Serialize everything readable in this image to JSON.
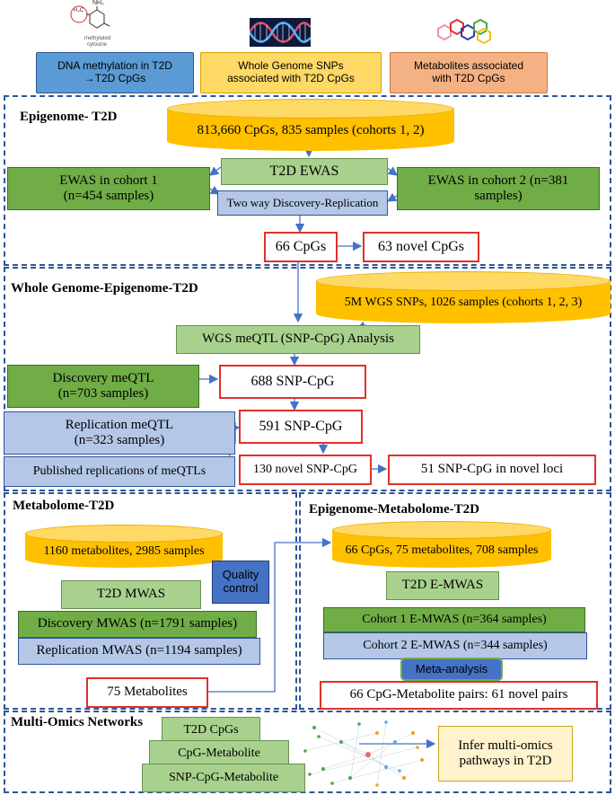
{
  "header": {
    "molecule_label_top": "NH₂",
    "molecule_label_side": "H₃C",
    "molecule_caption_1": "methylated",
    "molecule_caption_2": "cytosine",
    "box1": "DNA methylation in T2D →T2D CpGs",
    "box2": "Whole Genome SNPs associated with T2D CpGs",
    "box3": "Metabolites associated with T2D CpGs",
    "colors": {
      "box1": "#5b9bd5",
      "box2": "#ffd966",
      "box3": "#f4b183"
    }
  },
  "epigenome": {
    "title": "Epigenome- T2D",
    "database": "813,660 CpGs, 835 samples (cohorts 1, 2)",
    "t2d_ewas": "T2D EWAS",
    "cohort1": "EWAS in cohort 1 (n=454 samples)",
    "cohort2": "EWAS in cohort 2 (n=381 samples)",
    "two_way": "Two way Discovery-Replication",
    "cpgs": "66 CpGs",
    "novel": "63 novel CpGs"
  },
  "wgs": {
    "title": "Whole Genome-Epigenome-T2D",
    "database": "5M WGS SNPs, 1026 samples (cohorts 1, 2, 3)",
    "analysis": "WGS meQTL (SNP-CpG) Analysis",
    "discovery": "Discovery meQTL (n=703 samples)",
    "replication": "Replication meQTL (n=323 samples)",
    "published": "Published replications of meQTLs",
    "snp688": "688 SNP-CpG",
    "snp591": "591 SNP-CpG",
    "novel130": "130 novel SNP-CpG",
    "loci51": "51 SNP-CpG in novel loci"
  },
  "metabolome": {
    "title": "Metabolome-T2D",
    "database": "1160 metabolites, 2985 samples",
    "qc": "Quality control",
    "mwas": "T2D MWAS",
    "discovery": "Discovery MWAS (n=1791 samples)",
    "replication": "Replication MWAS (n=1194 samples)",
    "result": "75 Metabolites"
  },
  "epi_metab": {
    "title": "Epigenome-Metabolome-T2D",
    "database": "66 CpGs, 75 metabolites, 708 samples",
    "emwas": "T2D E-MWAS",
    "cohort1": "Cohort 1 E-MWAS (n=364 samples)",
    "cohort2": "Cohort 2 E-MWAS (n=344 samples)",
    "meta": "Meta-analysis",
    "result": "66 CpG-Metabolite pairs: 61 novel pairs"
  },
  "networks": {
    "title": "Multi-Omics Networks",
    "layer1": "T2D CpGs",
    "layer2": "CpG-Metabolite",
    "layer3": "SNP-CpG-Metabolite",
    "infer": "Infer multi-omics pathways in T2D"
  }
}
